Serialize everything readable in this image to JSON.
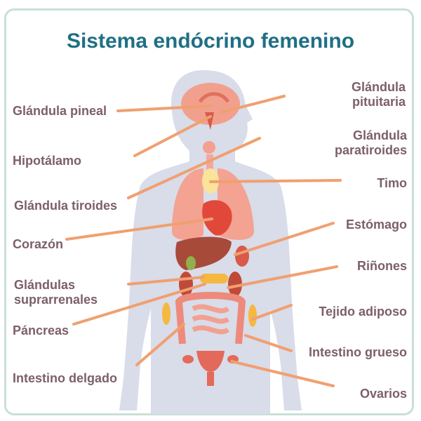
{
  "title": "Sistema endócrino femenino",
  "labels": {
    "pineal": "Glándula pineal",
    "pituitaria": "Glándula pituitaria",
    "hipotalamo": "Hipotálamo",
    "paratiroides": "Glándula paratiroides",
    "tiroides": "Glándula tiroides",
    "timo": "Timo",
    "corazon": "Corazón",
    "estomago": "Estómago",
    "suprarrenales": "Glándulas suprarrenales",
    "rinones": "Riñones",
    "pancreas": "Páncreas",
    "adiposo": "Tejido adiposo",
    "intestino_grueso": "Intestino grueso",
    "intestino_delgado": "Intestino delgado",
    "ovarios": "Ovarios"
  },
  "colors": {
    "title": "#1f6f84",
    "label": "#7c5f6a",
    "leader": "#f0a070",
    "silhouette": "#d9dce9",
    "border": "#c9e0d6"
  }
}
